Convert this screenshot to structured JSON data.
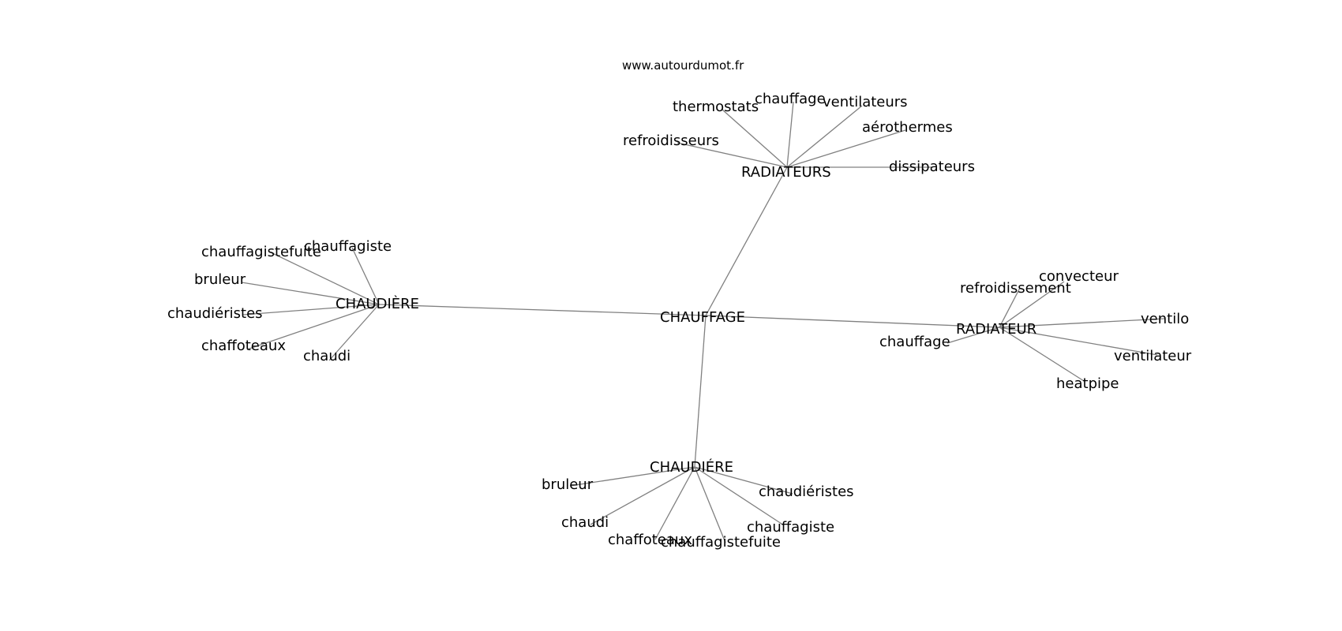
{
  "source_label": "www.autourdumot.fr",
  "colors": {
    "edge": "#808080",
    "text": "#000000",
    "background": "#ffffff"
  },
  "graph": {
    "center": "CHAUFFAGE",
    "hubs": [
      {
        "id": "radiateurs",
        "label": "RADIATEURS",
        "leaves": [
          "thermostats",
          "chauffage",
          "ventilateurs",
          "aérothermes",
          "refroidisseurs",
          "dissipateurs"
        ]
      },
      {
        "id": "chaudiere-grave",
        "label": "CHAUDIÈRE",
        "leaves": [
          "chauffagistefuite",
          "chauffagiste",
          "bruleur",
          "chaudiéristes",
          "chaffoteaux",
          "chaudi"
        ]
      },
      {
        "id": "radiateur",
        "label": "RADIATEUR",
        "leaves": [
          "refroidissement",
          "convecteur",
          "ventilo",
          "chauffage",
          "ventilateur",
          "heatpipe"
        ]
      },
      {
        "id": "chaudiere-aigu",
        "label": "CHAUDIÉRE",
        "leaves": [
          "bruleur",
          "chaudiéristes",
          "chaudi",
          "chauffagiste",
          "chaffoteaux",
          "chauffagistefuite"
        ]
      }
    ]
  }
}
